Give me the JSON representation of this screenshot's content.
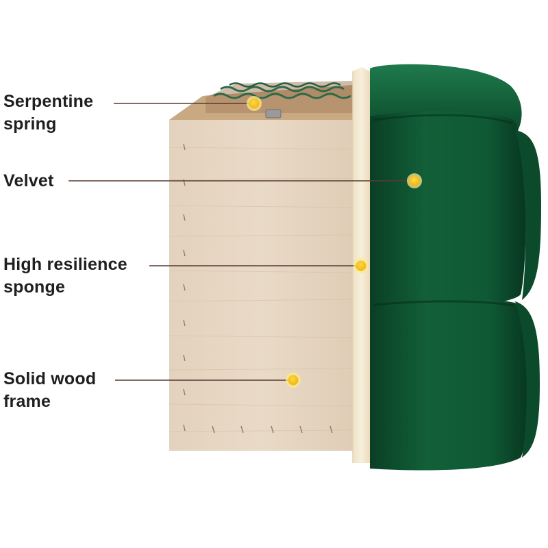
{
  "labels": {
    "spring": {
      "line1": "Serpentine",
      "line2": "spring"
    },
    "velvet": {
      "line1": "Velvet"
    },
    "sponge": {
      "line1": "High resilience",
      "line2": "sponge"
    },
    "frame": {
      "line1": "Solid wood",
      "line2": "frame"
    }
  },
  "colors": {
    "label_text": "#1f1f1f",
    "leader_line": "#5a3a34",
    "marker_fill": "#f6c21c",
    "marker_ring": "#ffe88a",
    "velvet": "#0f5a35",
    "velvet_dark": "#0a3f25",
    "velvet_light": "#1f7a4c",
    "wood": "#e6d6c2",
    "wood_grain": "#d8c5ad",
    "sponge": "#f4ead2",
    "spring": "#2e6a4a"
  }
}
